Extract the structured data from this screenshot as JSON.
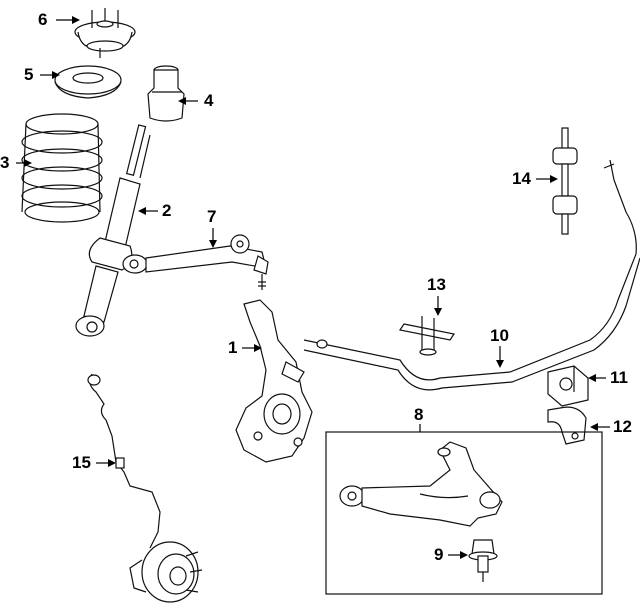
{
  "callouts": [
    {
      "id": "1",
      "label": "1",
      "name": "knuckle"
    },
    {
      "id": "2",
      "label": "2",
      "name": "shock-absorber"
    },
    {
      "id": "3",
      "label": "3",
      "name": "coil-spring"
    },
    {
      "id": "4",
      "label": "4",
      "name": "bump-stop-boot"
    },
    {
      "id": "5",
      "label": "5",
      "name": "spring-insulator"
    },
    {
      "id": "6",
      "label": "6",
      "name": "upper-mount"
    },
    {
      "id": "7",
      "label": "7",
      "name": "upper-control-arm"
    },
    {
      "id": "8",
      "label": "8",
      "name": "lower-control-arm-group"
    },
    {
      "id": "9",
      "label": "9",
      "name": "ball-joint"
    },
    {
      "id": "10",
      "label": "10",
      "name": "stabilizer-bar"
    },
    {
      "id": "11",
      "label": "11",
      "name": "stabilizer-bushing"
    },
    {
      "id": "12",
      "label": "12",
      "name": "bushing-bracket"
    },
    {
      "id": "13",
      "label": "13",
      "name": "bracket"
    },
    {
      "id": "14",
      "label": "14",
      "name": "stabilizer-link"
    },
    {
      "id": "15",
      "label": "15",
      "name": "abs-sensor-wire"
    }
  ],
  "colors": {
    "line": "#111111",
    "background": "#ffffff"
  }
}
